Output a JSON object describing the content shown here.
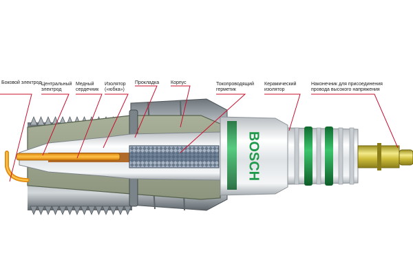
{
  "colors": {
    "leader": "#c8102e",
    "steel": "#8a9298",
    "insulator": "#e9ecef",
    "accent_green": "#1f9a4a",
    "terminal_gold": "#d8c640",
    "electrode_orange": "#f5a623",
    "glass_seal": "#5a6f88"
  },
  "brand": {
    "name": "BOSCH"
  },
  "labels": {
    "side_electrode": "Боковой электрод",
    "center_electrode_1": "Центральный",
    "center_electrode_2": "электрод",
    "copper_core_1": "Медный",
    "copper_core_2": "сердечник",
    "insulator_skirt_1": "Изолятор",
    "insulator_skirt_2": "(«юбка»)",
    "gasket": "Прокладка",
    "housing": "Корпус",
    "seal_1": "Токопроводящий",
    "seal_2": "герметик",
    "ceramic_1": "Керамический",
    "ceramic_2": "изолятор",
    "terminal_1": "Наконечник для присоединения",
    "terminal_2": "провода высокого напряжения"
  }
}
